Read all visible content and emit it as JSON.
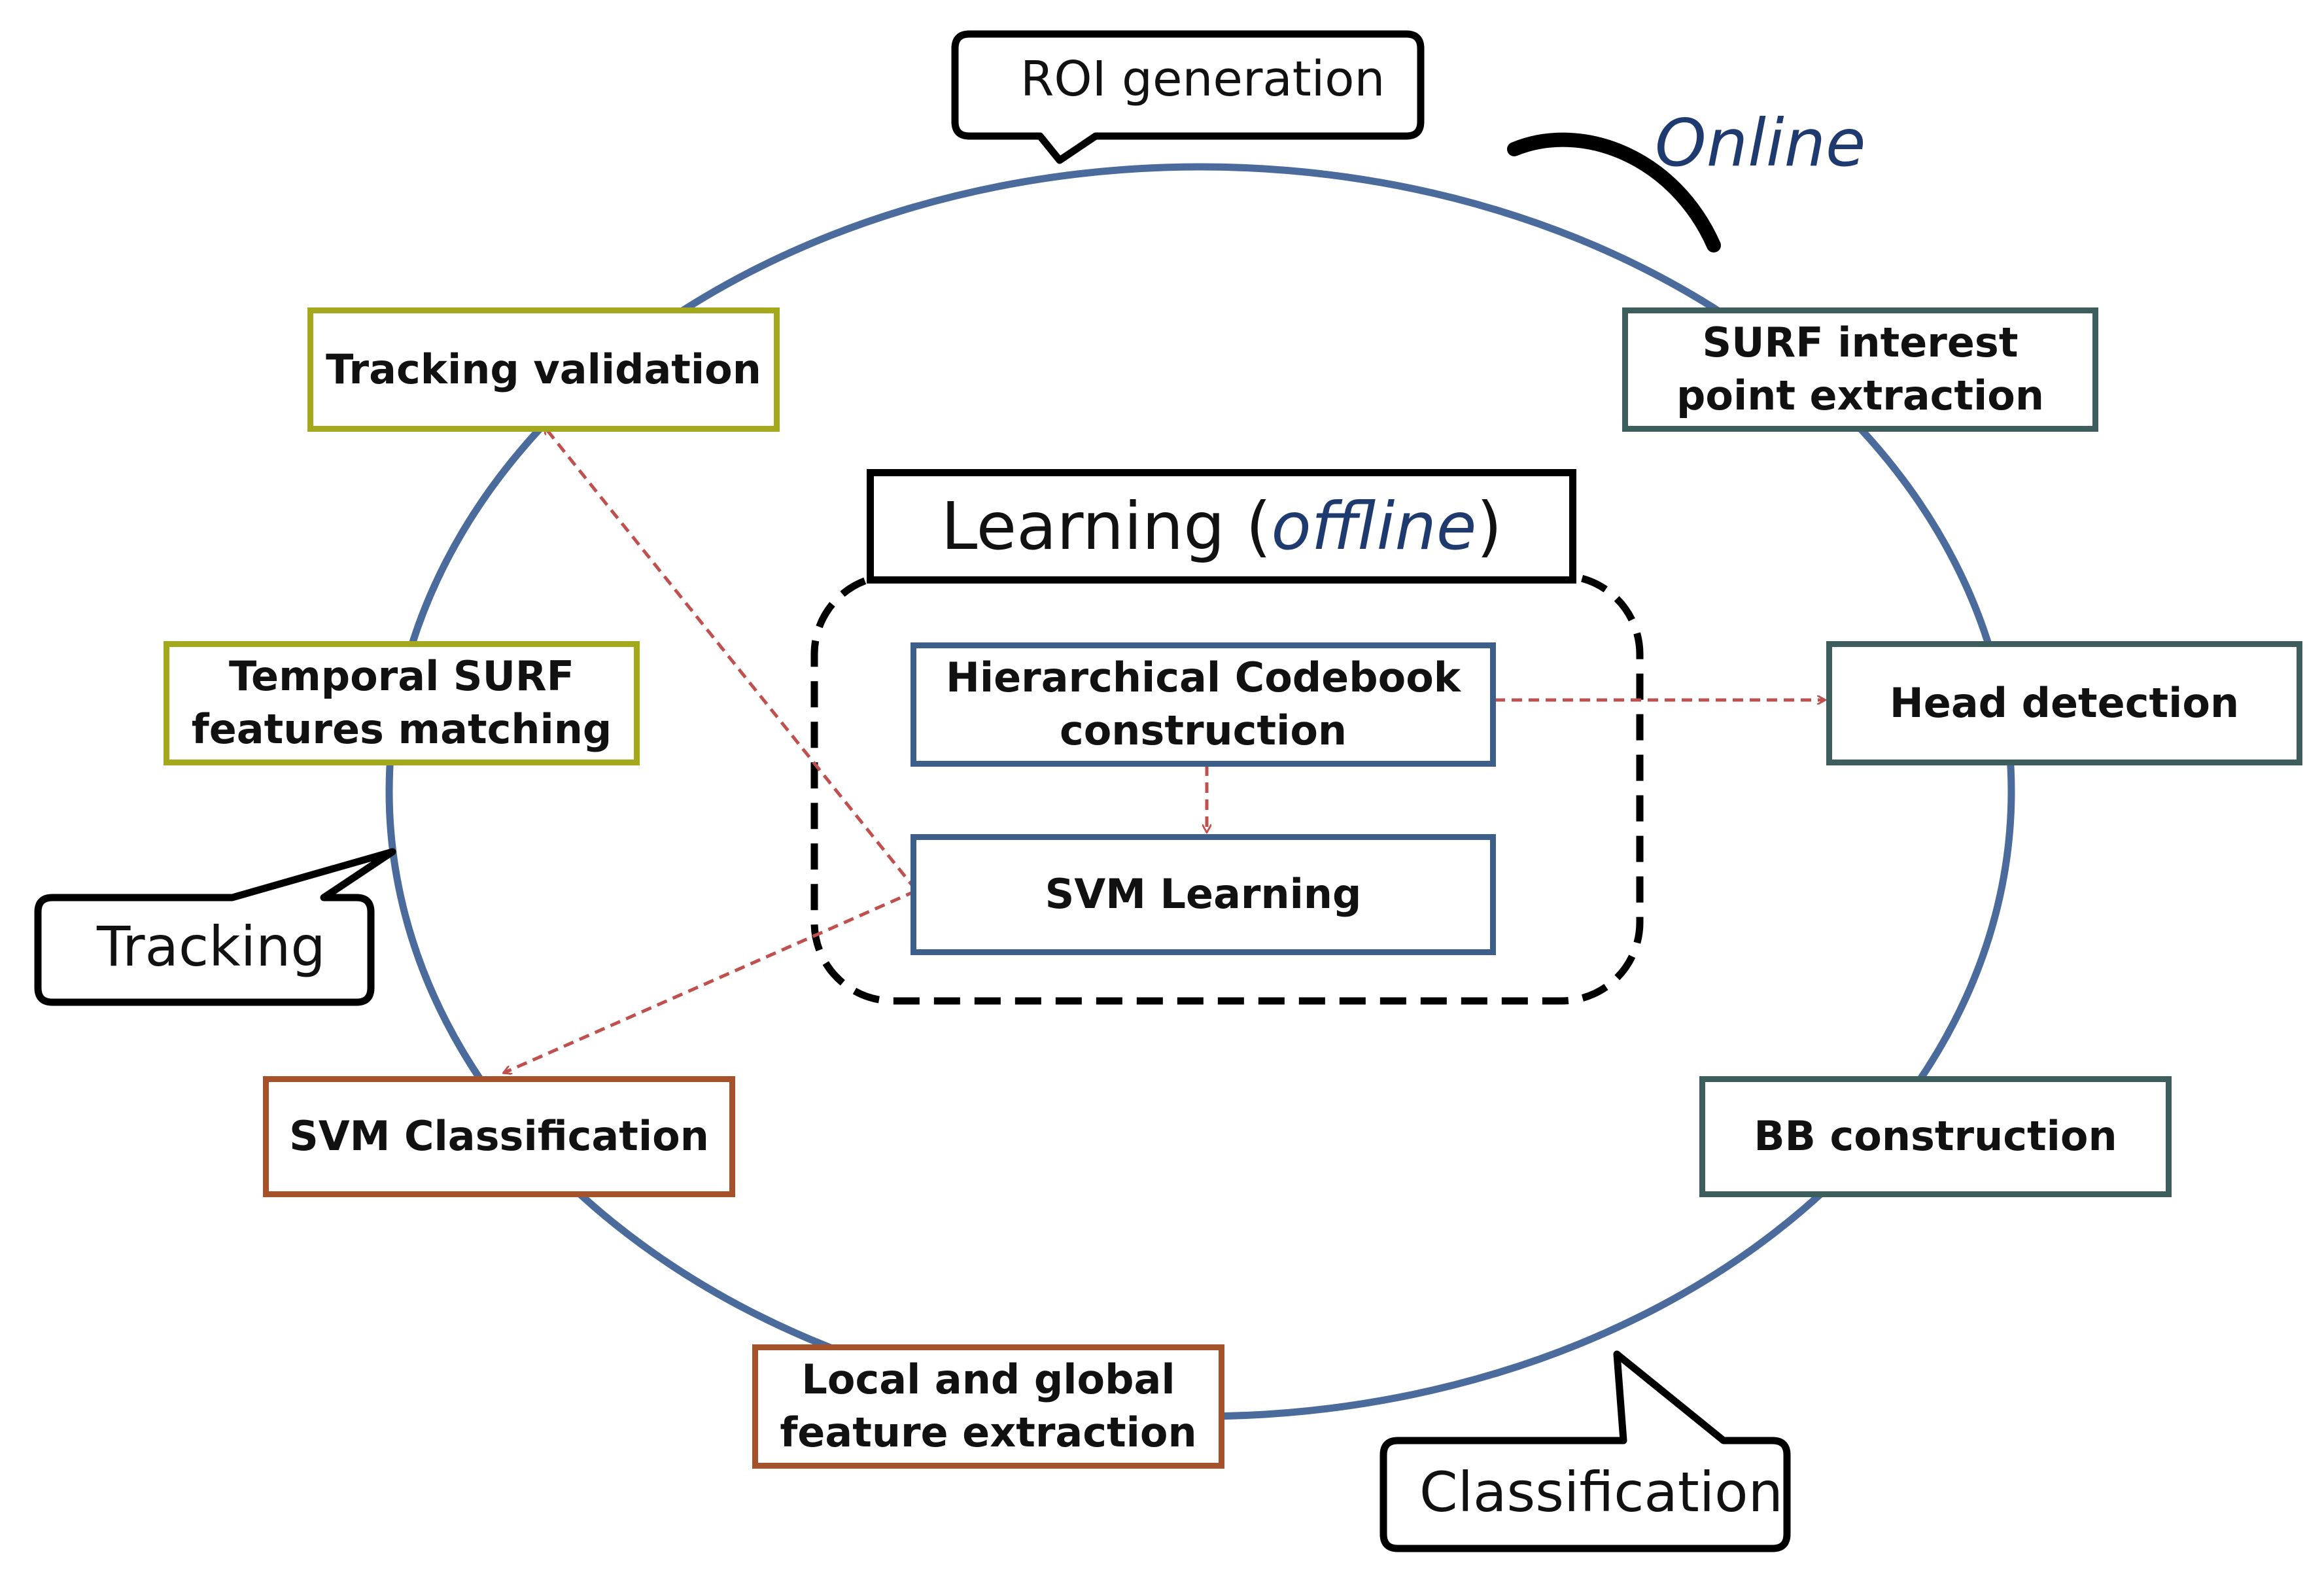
{
  "diagram": {
    "online_label": "Online",
    "learning": {
      "title_prefix": "Learning (",
      "title_emphasis": "offline",
      "title_suffix": ")"
    },
    "nodes": {
      "tracking_validation": "Tracking validation",
      "surf_interest": "SURF interest\npoint extraction",
      "temporal_surf": "Temporal SURF\nfeatures matching",
      "head_detection": "Head detection",
      "hierarchical_codebook": "Hierarchical Codebook\nconstruction",
      "svm_learning": "SVM Learning",
      "svm_classification": "SVM Classification",
      "bb_construction": "BB construction",
      "local_global": "Local and global\nfeature extraction"
    },
    "callouts": {
      "roi_generation": "ROI generation",
      "tracking": "Tracking",
      "classification": "Classification"
    },
    "colors": {
      "cycle_line": "#4a6b9b",
      "dashed_arrow": "#c0504d",
      "olive_border": "#a3a81c",
      "teal_border": "#3e5e5e",
      "blue_border": "#3e5e8a",
      "brown_border": "#a5522a",
      "online_text": "#1f3a6e"
    }
  }
}
